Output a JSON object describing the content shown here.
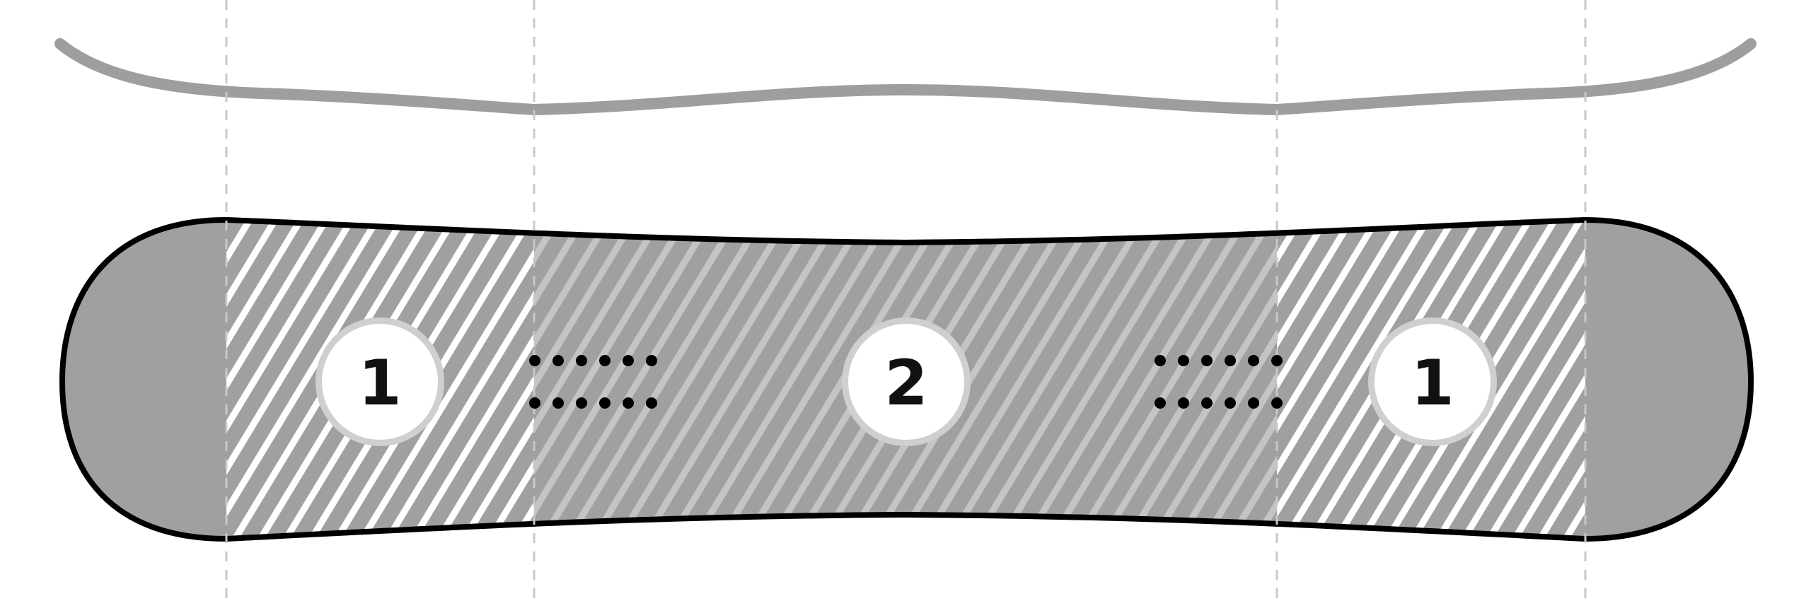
{
  "colors": {
    "background": "#ffffff",
    "profile": "#9e9e9e",
    "board_fill": "#a0a0a0",
    "outline": "#000000",
    "stripe_outer": "#ffffff",
    "stripe_center": "#c4c4c4",
    "guide_line": "#c8c8c8",
    "marker_fill": "#ffffff",
    "dot": "#000000"
  },
  "zones": [
    {
      "id": "tip-zone",
      "label": "1",
      "stripe": "outer"
    },
    {
      "id": "center-zone",
      "label": "2",
      "stripe": "center"
    },
    {
      "id": "tail-zone",
      "label": "1",
      "stripe": "outer"
    }
  ],
  "markers": {
    "left": "1",
    "center": "2",
    "right": "1"
  }
}
